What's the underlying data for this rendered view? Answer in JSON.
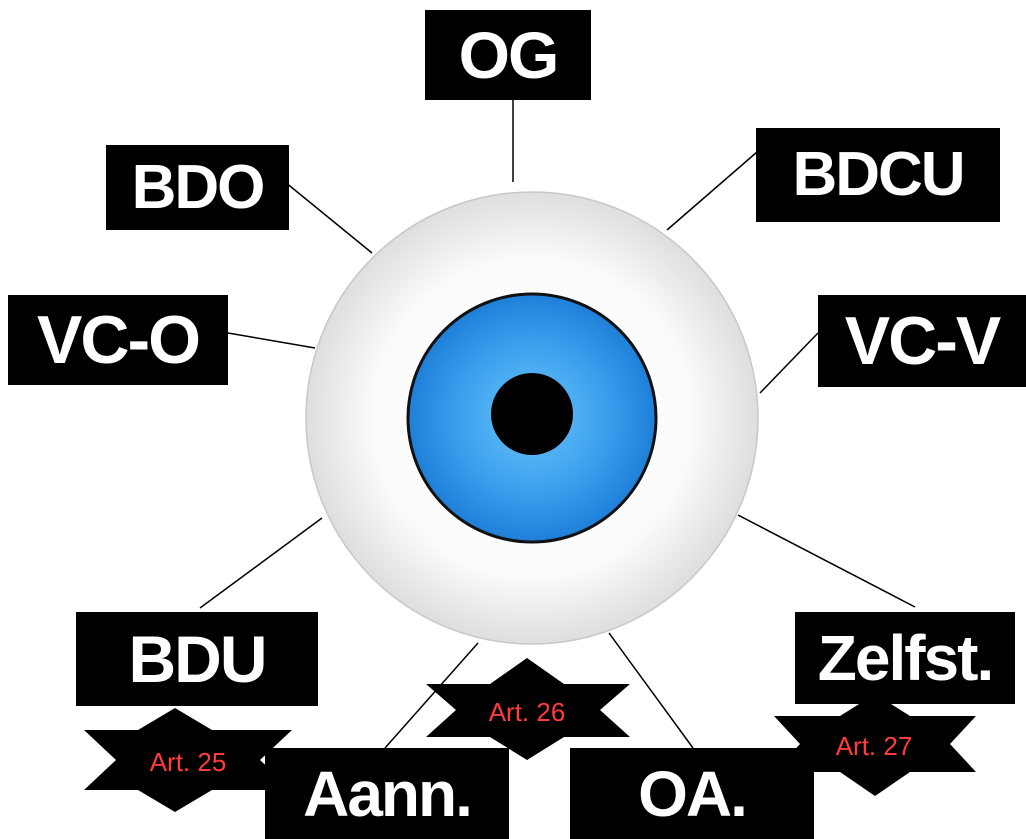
{
  "labels": {
    "og": "OG",
    "bdo": "BDO",
    "bdcu": "BDCU",
    "vco": "VC-O",
    "vcv": "VC-V",
    "bdu": "BDU",
    "zelfst": "Zelfst.",
    "aann": "Aann.",
    "oa": "OA."
  },
  "articles": {
    "art25": "Art. 25",
    "art26": "Art. 26",
    "art27": "Art. 27"
  },
  "colors": {
    "label_bg": "#000000",
    "label_text": "#ffffff",
    "article_text": "#ff3b3b",
    "iris": "#2f8fe6",
    "iris_light": "#5db7f5",
    "pupil": "#000000",
    "sclera": "#ffffff",
    "sclera_edge": "#d0d0d0"
  }
}
